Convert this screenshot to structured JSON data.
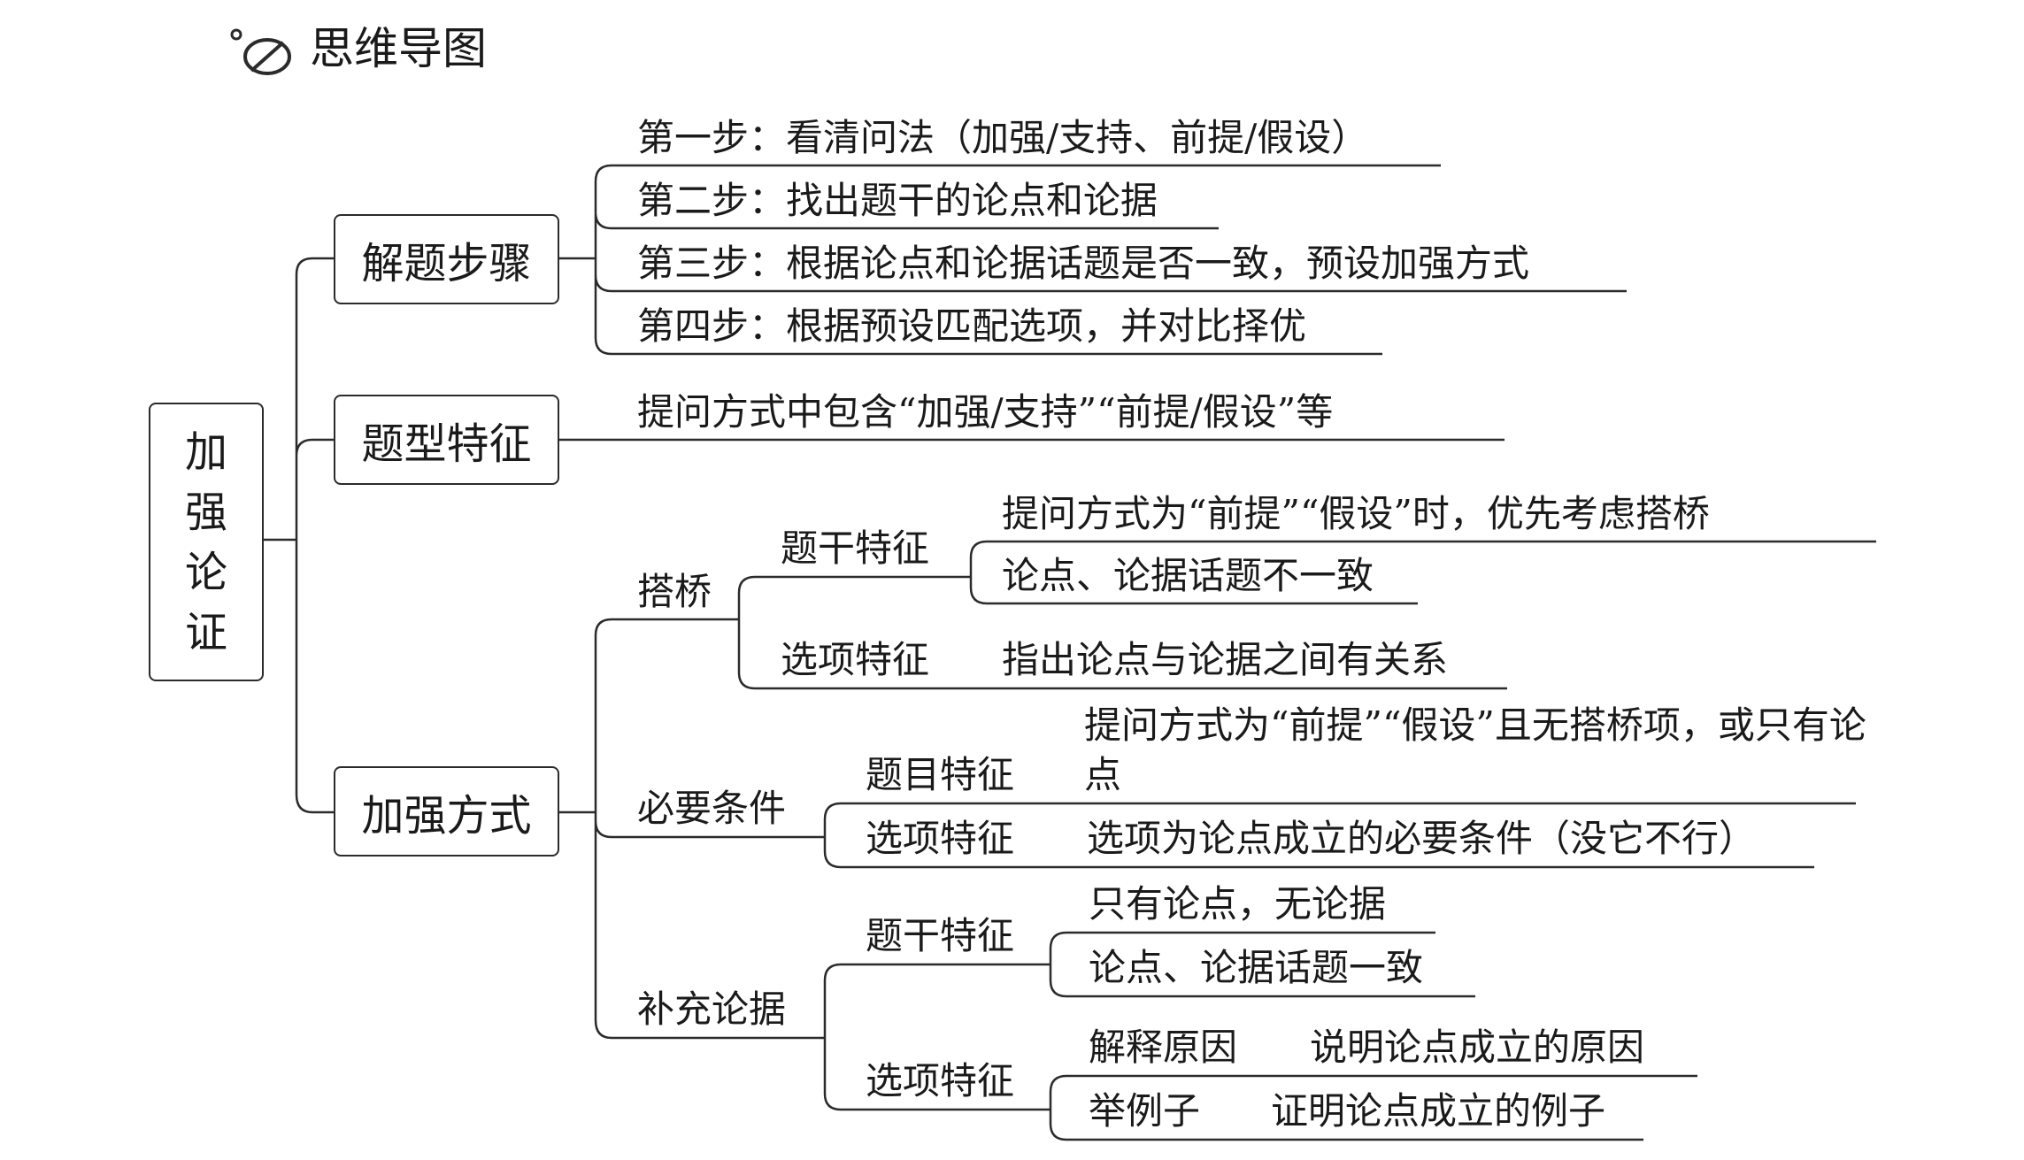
{
  "header": {
    "title": "思维导图"
  },
  "root": {
    "label": "加强论证",
    "chars": [
      "加",
      "强",
      "论",
      "证"
    ]
  },
  "branches": {
    "steps": {
      "label": "解题步骤",
      "items": [
        "第一步：看清问法（加强/支持、前提/假设）",
        "第二步：找出题干的论点和论据",
        "第三步：根据论点和论据话题是否一致，预设加强方式",
        "第四步：根据预设匹配选项，并对比择优"
      ]
    },
    "type_features": {
      "label": "题型特征",
      "item": "提问方式中包含“加强/支持”“前提/假设”等"
    },
    "methods": {
      "label": "加强方式",
      "bridge": {
        "label": "搭桥",
        "stem": {
          "label": "题干特征",
          "items": [
            "提问方式为“前提”“假设”时，优先考虑搭桥",
            "论点、论据话题不一致"
          ]
        },
        "option": {
          "label": "选项特征",
          "item": "指出论点与论据之间有关系"
        }
      },
      "necessary": {
        "label": "必要条件",
        "question": {
          "label": "题目特征",
          "item": "提问方式为“前提”“假设”且无搭桥项，或只有论点"
        },
        "option": {
          "label": "选项特征",
          "item": "选项为论点成立的必要条件（没它不行）"
        }
      },
      "supplement": {
        "label": "补充论据",
        "stem": {
          "label": "题干特征",
          "items": [
            "只有论点，无论据",
            "论点、论据话题一致"
          ]
        },
        "option": {
          "label": "选项特征",
          "items": [
            {
              "name": "解释原因",
              "desc": "说明论点成立的原因"
            },
            {
              "name": "举例子",
              "desc": "证明论点成立的例子"
            }
          ]
        }
      }
    }
  }
}
